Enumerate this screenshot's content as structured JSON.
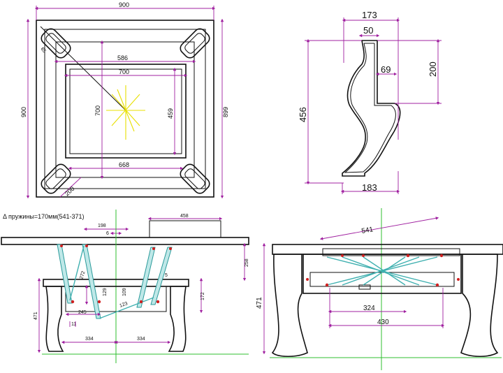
{
  "top_view": {
    "outer_width": "900",
    "outer_height_left": "900",
    "outer_height_right": "899",
    "inner_width_top": "586",
    "inner_width": "700",
    "inner_height": "700",
    "panel_height": "459",
    "bottom_width": "668",
    "leg_diag": "200",
    "corner_small": "65"
  },
  "leg_profile": {
    "top_width": "173",
    "top_inner": "50",
    "depth": "69",
    "upper_height": "200",
    "total_height": "456",
    "bottom_width": "183"
  },
  "side_left": {
    "spring_note": "Δ пружины=170мм(541-371)",
    "top_right": "458",
    "gap": "198",
    "offset": "6",
    "lift": "258",
    "arm": "272",
    "height": "471",
    "small_a": "129",
    "small_b": "109",
    "small_c": "172",
    "base": "245",
    "tiny": "11",
    "half_left": "334",
    "half_right": "334",
    "angle_small": "5",
    "bar_mid": "123"
  },
  "side_right": {
    "diag": "541",
    "height": "471",
    "bar_inner": "324",
    "bar_outer": "430"
  }
}
